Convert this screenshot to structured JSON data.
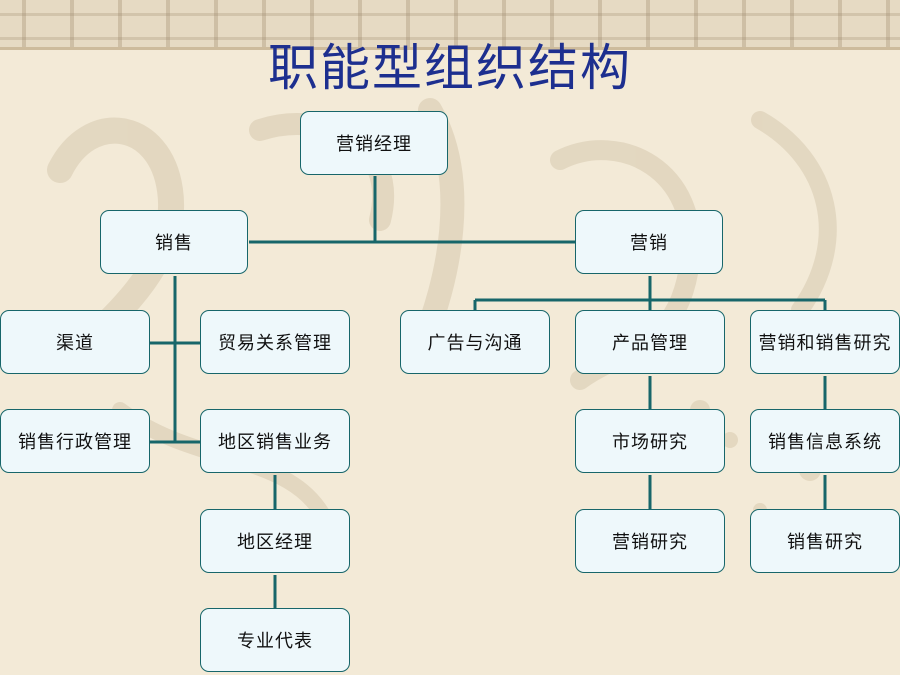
{
  "title": "职能型组织结构",
  "colors": {
    "line": "#17666a",
    "box_fill": "#eef8fb",
    "title": "#1d2f8f",
    "background": "#f3ead7"
  },
  "nodes": {
    "marketing_manager": "营销经理",
    "sales": "销售",
    "marketing": "营销",
    "channel": "渠道",
    "trade_relations": "贸易关系管理",
    "sales_admin": "销售行政管理",
    "regional_sales": "地区销售业务",
    "regional_manager": "地区经理",
    "specialist_rep": "专业代表",
    "advertising": "广告与沟通",
    "product_management": "产品管理",
    "market_research": "市场研究",
    "marketing_research": "营销研究",
    "mkt_sales_research": "营销和销售研究",
    "sales_info_system": "销售信息系统",
    "sales_research": "销售研究"
  }
}
